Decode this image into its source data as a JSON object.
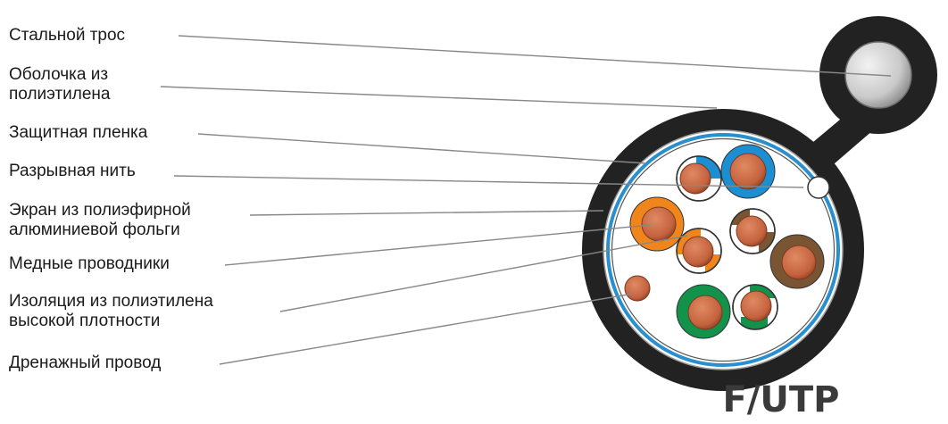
{
  "title": "F/UTP",
  "labels": {
    "steel_cable": [
      "Стальной трос"
    ],
    "sheath": [
      "Оболочка из",
      "полиэтилена"
    ],
    "protective_film": [
      "Защитная пленка"
    ],
    "ripcord": [
      "Разрывная нить"
    ],
    "foil_screen": [
      "Экран из полиэфирной",
      "алюминиевой фольги"
    ],
    "copper_conductors": [
      "Медные проводники"
    ],
    "insulation": [
      "Изоляция из полиэтилена",
      "высокой плотности"
    ],
    "drain_wire": [
      "Дренажный провод"
    ]
  },
  "colors": {
    "jacket": "#222222",
    "steel": "#c9c9c9",
    "foil": "#2a8fcf",
    "copper": "#c4623e",
    "pair_blue": "#1b8fd2",
    "pair_orange": "#f0851c",
    "pair_brown": "#7a5533",
    "pair_green": "#12924a",
    "leader_line": "#888888"
  }
}
